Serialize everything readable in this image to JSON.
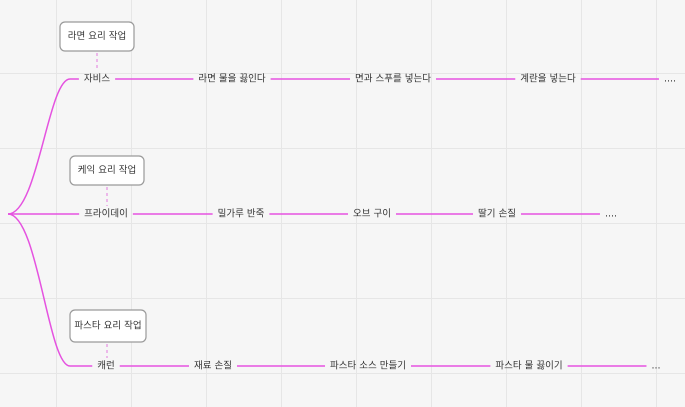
{
  "diagram": {
    "branches": [
      {
        "label": "라면 요리 작업",
        "nodes": [
          "자비스",
          "라면 물을 끓인다",
          "면과 스푸를 넣는다",
          "계란을 넣는다",
          "...."
        ]
      },
      {
        "label": "케익 요리 작업",
        "nodes": [
          "프라이데이",
          "밀가루 반죽",
          "오브 구이",
          "딸기 손질",
          "...."
        ]
      },
      {
        "label": "파스타 요리 작업",
        "nodes": [
          "캐런",
          "재료 손질",
          "파스타 소스 만들기",
          "파스타 물 끓이기",
          "..."
        ]
      }
    ],
    "colors": {
      "edge": "#e552e0",
      "connector": "#e58fe2",
      "box_border": "#9a9a9a"
    }
  }
}
